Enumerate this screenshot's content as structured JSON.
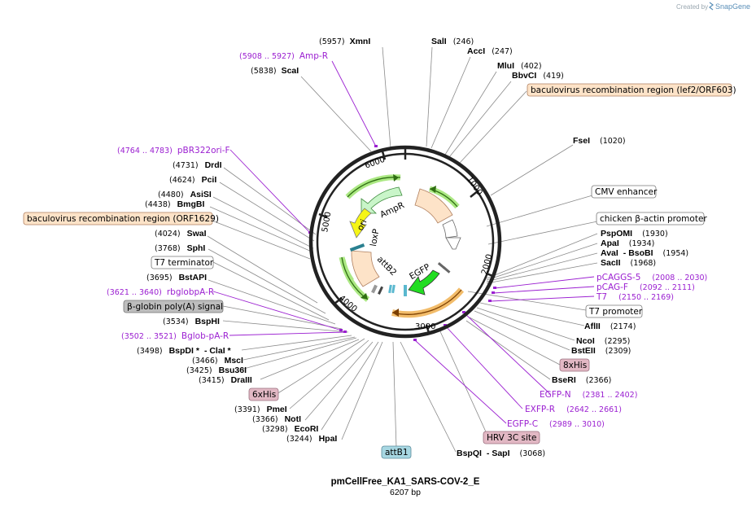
{
  "title": "pmCellFree_KA1_SARS-COV-2_E",
  "length": "6207 bp",
  "credit": {
    "prefix": "Created by",
    "brand": "SnapGene"
  },
  "ticks": [
    "1000",
    "2000",
    "3000",
    "4000",
    "5000",
    "6000"
  ],
  "inner_labels": {
    "ampr": "AmpR",
    "ori": "ori",
    "loxp": "loxP",
    "attb2": "attB2",
    "egfp": "EGFP"
  },
  "enzymes": [
    {
      "name": "XmnI",
      "pos": "(5957)"
    },
    {
      "name": "SalI",
      "pos": "(246)"
    },
    {
      "name": "AccI",
      "pos": "(247)"
    },
    {
      "name": "MluI",
      "pos": "(402)"
    },
    {
      "name": "BbvCI",
      "pos": "(419)"
    },
    {
      "name": "ScaI",
      "pos": "(5838)"
    },
    {
      "name": "FseI",
      "pos": "(1020)"
    },
    {
      "name": "DrdI",
      "pos": "(4731)"
    },
    {
      "name": "PciI",
      "pos": "(4624)"
    },
    {
      "name": "AsiSI",
      "pos": "(4480)"
    },
    {
      "name": "BmgBI",
      "pos": "(4438)"
    },
    {
      "name": "SwaI",
      "pos": "(4024)"
    },
    {
      "name": "SphI",
      "pos": "(3768)"
    },
    {
      "name": "BstAPI",
      "pos": "(3695)"
    },
    {
      "name": "BspHI",
      "pos": "(3534)"
    },
    {
      "name": "BspDI *",
      "pos": "(3498)",
      "extra": "- ClaI *"
    },
    {
      "name": "MscI",
      "pos": "(3466)"
    },
    {
      "name": "Bsu36I",
      "pos": "(3425)"
    },
    {
      "name": "DraIII",
      "pos": "(3415)"
    },
    {
      "name": "PmeI",
      "pos": "(3391)"
    },
    {
      "name": "NotI",
      "pos": "(3366)"
    },
    {
      "name": "EcoRI",
      "pos": "(3298)"
    },
    {
      "name": "HpaI",
      "pos": "(3244)"
    },
    {
      "name": "PspOMI",
      "pos": "(1930)"
    },
    {
      "name": "ApaI",
      "pos": "(1934)"
    },
    {
      "name": "AvaI",
      "pos": "(1954)",
      "extra": "- BsoBI"
    },
    {
      "name": "SacII",
      "pos": "(1968)"
    },
    {
      "name": "AflII",
      "pos": "(2174)"
    },
    {
      "name": "NcoI",
      "pos": "(2295)"
    },
    {
      "name": "BstEII",
      "pos": "(2309)"
    },
    {
      "name": "BseRI",
      "pos": "(2366)"
    },
    {
      "name": "BspQI",
      "pos": "(3068)",
      "extra": "- SapI"
    }
  ],
  "primers": [
    {
      "name": "Amp-R",
      "range": "(5908 .. 5927)"
    },
    {
      "name": "pBR322ori-F",
      "range": "(4764 .. 4783)"
    },
    {
      "name": "rbglobpA-R",
      "range": "(3621 .. 3640)"
    },
    {
      "name": "Bglob-pA-R",
      "range": "(3502 .. 3521)"
    },
    {
      "name": "pCAGGS-5",
      "range": "(2008 .. 2030)"
    },
    {
      "name": "pCAG-F",
      "range": "(2092 .. 2111)"
    },
    {
      "name": "T7",
      "range": "(2150 .. 2169)"
    },
    {
      "name": "EGFP-N",
      "range": "(2381 .. 2402)"
    },
    {
      "name": "EXFP-R",
      "range": "(2642 .. 2661)"
    },
    {
      "name": "EGFP-C",
      "range": "(2989 .. 3010)"
    }
  ],
  "boxed_features": [
    {
      "name": "baculovirus recombination region (lef2/ORF603)",
      "color": "#fde3c8"
    },
    {
      "name": "CMV enhancer",
      "color": "#ffffff"
    },
    {
      "name": "chicken β-actin promoter",
      "color": "#ffffff"
    },
    {
      "name": "baculovirus recombination region (ORF1629)",
      "color": "#fde3c8"
    },
    {
      "name": "T7 terminator",
      "color": "#ffffff"
    },
    {
      "name": "β-globin poly(A) signal",
      "color": "#bdbdbd"
    },
    {
      "name": "T7 promoter",
      "color": "#ffffff"
    },
    {
      "name": "8xHis",
      "color": "#e2b8c4"
    },
    {
      "name": "6xHis",
      "color": "#e2b8c4"
    },
    {
      "name": "HRV 3C site",
      "color": "#e2b8c4"
    },
    {
      "name": "attB1",
      "color": "#a7d7e2"
    }
  ],
  "colors": {
    "primer": "#9b1fd1",
    "ampr": "#c9f5c9",
    "ori": "#f5f515",
    "egfp": "#22dd22",
    "baculo": "#fde3c8",
    "highlight_green": "#8fe05a",
    "highlight_orange": "#f0b050"
  }
}
